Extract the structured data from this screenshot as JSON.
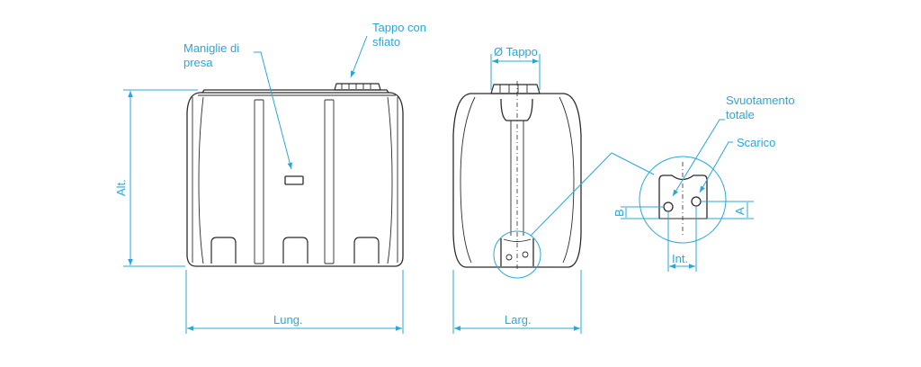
{
  "labels": {
    "tappo_sfiato_line1": "Tappo con",
    "tappo_sfiato_line2": "sfiato",
    "maniglie_line1": "Maniglie di",
    "maniglie_line2": "presa",
    "diam_tappo": "Ø Tappo",
    "svuotamento_line1": "Svuotamento",
    "svuotamento_line2": "totale",
    "scarico": "Scarico",
    "alt": "Alt.",
    "lung": "Lung.",
    "larg": "Larg.",
    "int": "Int.",
    "b": "B",
    "a": "A"
  },
  "colors": {
    "annotation": "#2aa7d9",
    "outline": "#2b2b2b",
    "background": "#ffffff"
  }
}
